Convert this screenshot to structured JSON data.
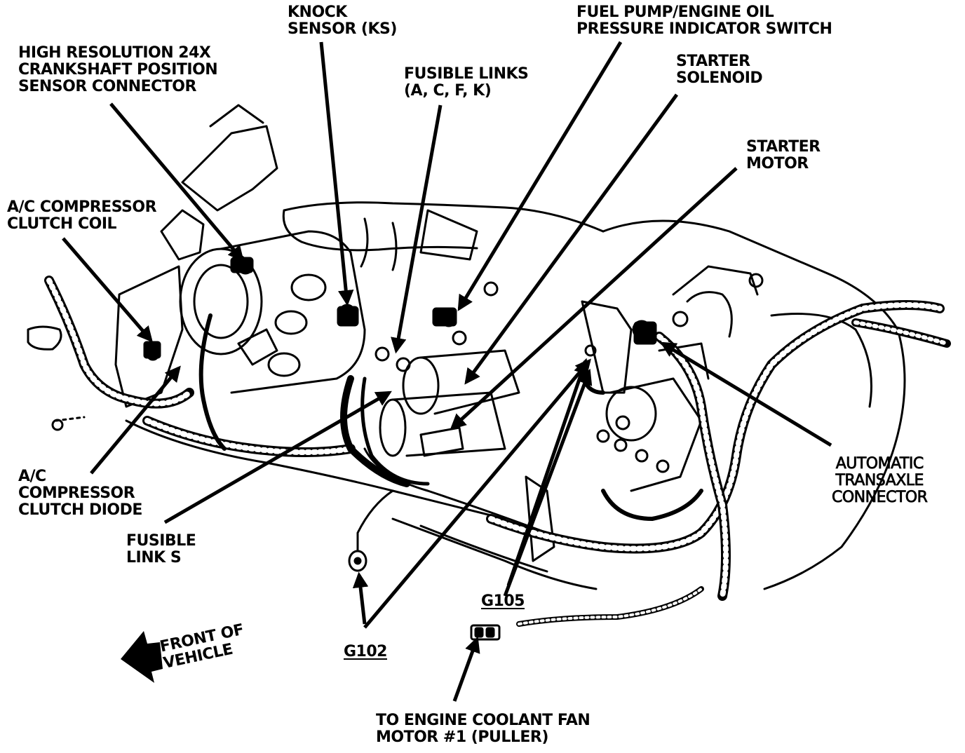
{
  "labels": {
    "knock_sensor": [
      "KNOCK",
      "SENSOR (KS)"
    ],
    "fuel_pump_switch": [
      "FUEL PUMP/ENGINE OIL",
      "PRESSURE INDICATOR SWITCH"
    ],
    "crankshaft_sensor": [
      "HIGH RESOLUTION 24X",
      "CRANKSHAFT POSITION",
      "SENSOR CONNECTOR"
    ],
    "fusible_links": [
      "FUSIBLE LINKS",
      "(A, C, F, K)"
    ],
    "starter_solenoid": [
      "STARTER",
      "SOLENOID"
    ],
    "starter_motor": [
      "STARTER",
      "MOTOR"
    ],
    "ac_clutch_coil": [
      "A/C COMPRESSOR",
      "CLUTCH COIL"
    ],
    "ac_clutch_diode": [
      "A/C",
      "COMPRESSOR",
      "CLUTCH DIODE"
    ],
    "fusible_link_s": [
      "FUSIBLE",
      "LINK S"
    ],
    "transaxle_connector": [
      "AUTOMATIC",
      "TRANSAXLE",
      "CONNECTOR"
    ],
    "g105": "G105",
    "g102": "G102",
    "front_of_vehicle": [
      "FRONT OF",
      "VEHICLE"
    ],
    "coolant_fan": [
      "TO ENGINE COOLANT FAN",
      "MOTOR #1 (PULLER)"
    ]
  }
}
